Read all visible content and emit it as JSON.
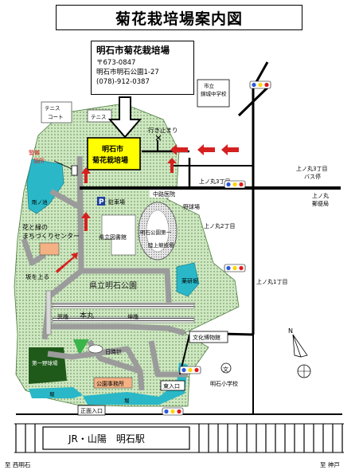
{
  "title": "菊花栽培場案内図",
  "info": {
    "name": "明石市菊花栽培場",
    "postal": "〒673-0847",
    "address": "明石市明石公園1-27",
    "phone": "(078)-912-0387"
  },
  "labels": {
    "school_shiritsu": "市立",
    "school_kinjo": "錦城中学校",
    "tennis_court1": "テニス",
    "tennis_court2": "テニス",
    "tennis_court2_b": "コート",
    "dead_end": "行き止まり",
    "site_line1": "明石市",
    "site_line2": "菊花栽培場",
    "keibi_line1": "警備",
    "keibi_line2": "詰所",
    "tsuruno_ike": "剛ノ池",
    "ueno_maru_3a": "上ノ丸3丁目",
    "ueno_maru_3b": "上ノ丸3丁目",
    "bus_stop": "バス停",
    "ueno_maru_2": "上ノ丸2丁目",
    "ueno_maru_1": "上ノ丸1丁目",
    "ueno_maru_post": "上ノ丸",
    "post_office": "郵便局",
    "hospital": "中路医院",
    "parking_p": "P",
    "parking": "駐車場",
    "library": "県立図書館",
    "stadium_line1": "明石公園第一",
    "stadium_line2": "陸上競技場",
    "baseball": "野球場",
    "flower_center_1": "花と緑の",
    "flower_center_2": "まちづくりセンター",
    "sakaue": "坂を上る",
    "park": "県立明石公園",
    "honmaru": "本丸",
    "tatsumi": "巽櫓",
    "hitsujisaru": "坤櫓",
    "clock": "日時計",
    "kanpukyo": "薬研堀",
    "museum": "文化博物館",
    "field": "第一野球場",
    "park_office": "公園事務所",
    "east_entrance": "東入口",
    "main_entrance": "正面入口",
    "moat": "堀",
    "moat2": "堀",
    "school_mark": "文",
    "akashi_school": "明石小学校",
    "station": "JR・山陽　明石駅",
    "to_nishi_akashi": "至 西明石",
    "to_kobe": "至 神戸",
    "north": "N"
  },
  "colors": {
    "park_green": "#cfe8c2",
    "park_dots": "#4d7c3f",
    "pond_cyan": "#2ab8c8",
    "dark_green": "#1f5a1a",
    "site_yellow": "#ffff00",
    "arrow_red": "#d62020",
    "building_orange": "#f4b183"
  }
}
